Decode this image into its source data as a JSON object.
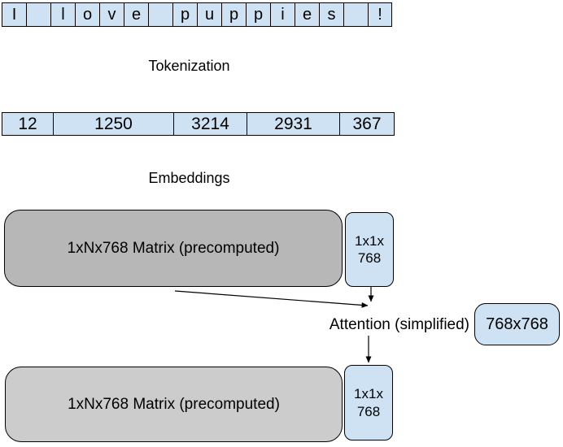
{
  "char_row": {
    "cells": [
      "I",
      "",
      "l",
      "o",
      "v",
      "e",
      "",
      "p",
      "u",
      "p",
      "p",
      "i",
      "e",
      "s",
      "",
      "!"
    ]
  },
  "labels": {
    "tokenization": "Tokenization",
    "embeddings": "Embeddings",
    "attention": "Attention (simplified)"
  },
  "token_row": {
    "cells": [
      "12",
      "1250",
      "3214",
      "2931",
      "367"
    ]
  },
  "matrices": {
    "top_label": "1xNx768 Matrix (precomputed)",
    "bottom_label": "1xNx768 Matrix (precomputed)",
    "attention_weights_label": "768x768"
  },
  "vectors": {
    "top_line1": "1x1x",
    "top_line2": "768",
    "bottom_line1": "1x1x",
    "bottom_line2": "768"
  },
  "colors": {
    "cell_blue": "#cfe2f3",
    "matrix_gray_top": "#b7b7b7",
    "matrix_gray_bottom": "#cccccc",
    "border": "#000000"
  }
}
